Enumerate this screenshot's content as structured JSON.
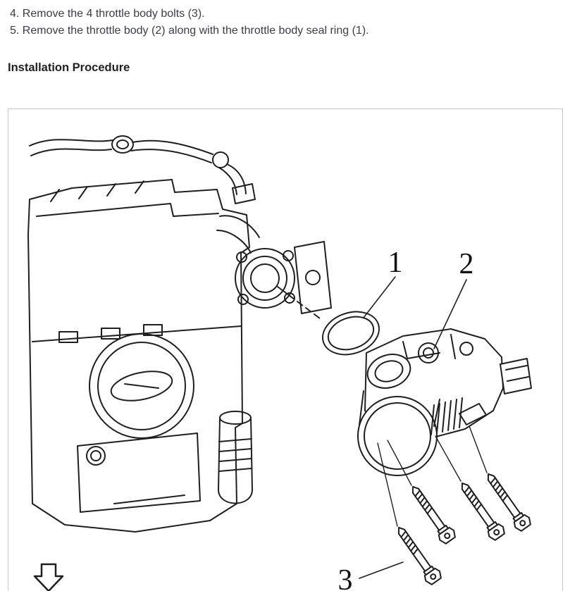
{
  "steps": [
    "4. Remove the 4 throttle body bolts (3).",
    "5. Remove the throttle body (2) along with the throttle body seal ring (1)."
  ],
  "heading": "Installation Procedure",
  "figure": {
    "callouts": [
      {
        "label": "1"
      },
      {
        "label": "2"
      },
      {
        "label": "3"
      }
    ]
  },
  "colors": {
    "line_art": "#1f1f1f",
    "box_border": "#c8c8c8",
    "body_text": "#3a3f45",
    "heading_text": "#1d2126",
    "background": "#ffffff"
  }
}
